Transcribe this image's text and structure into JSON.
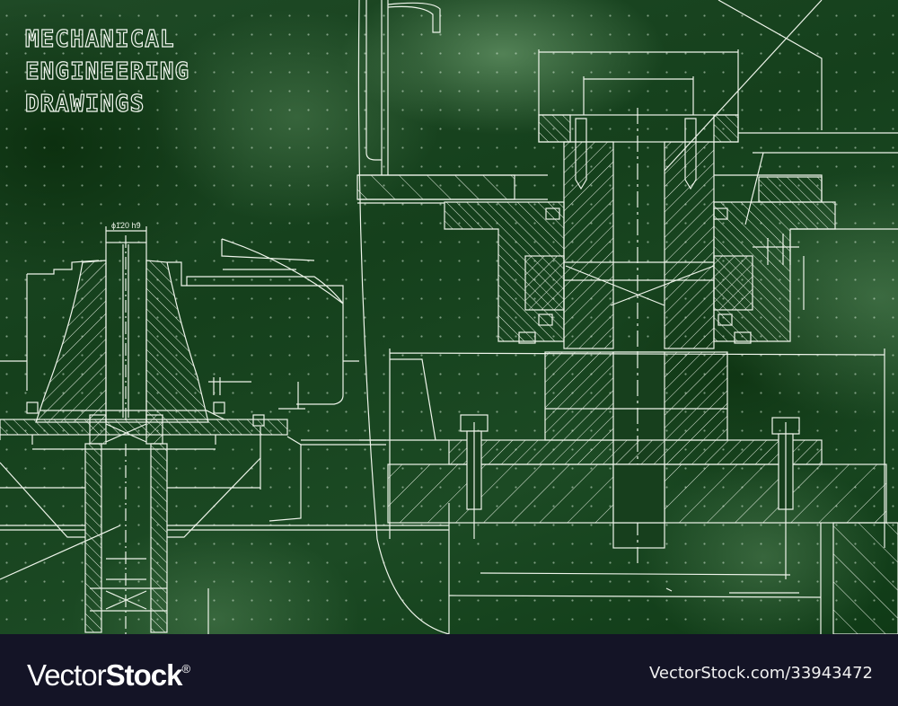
{
  "title": {
    "lines": [
      "MECHANICAL",
      "ENGINEERING",
      "DRAWINGS"
    ]
  },
  "drawing": {
    "dimension_label": "ϕ120 h9",
    "background_color": "#1a4521",
    "line_color": "#eef4ea",
    "grid": "dotted, 21px"
  },
  "footer": {
    "brand_light": "Vector",
    "brand_bold": "Stock",
    "brand_mark": "®",
    "image_ref": "VectorStock.com/33943472",
    "background_color": "#141426"
  }
}
